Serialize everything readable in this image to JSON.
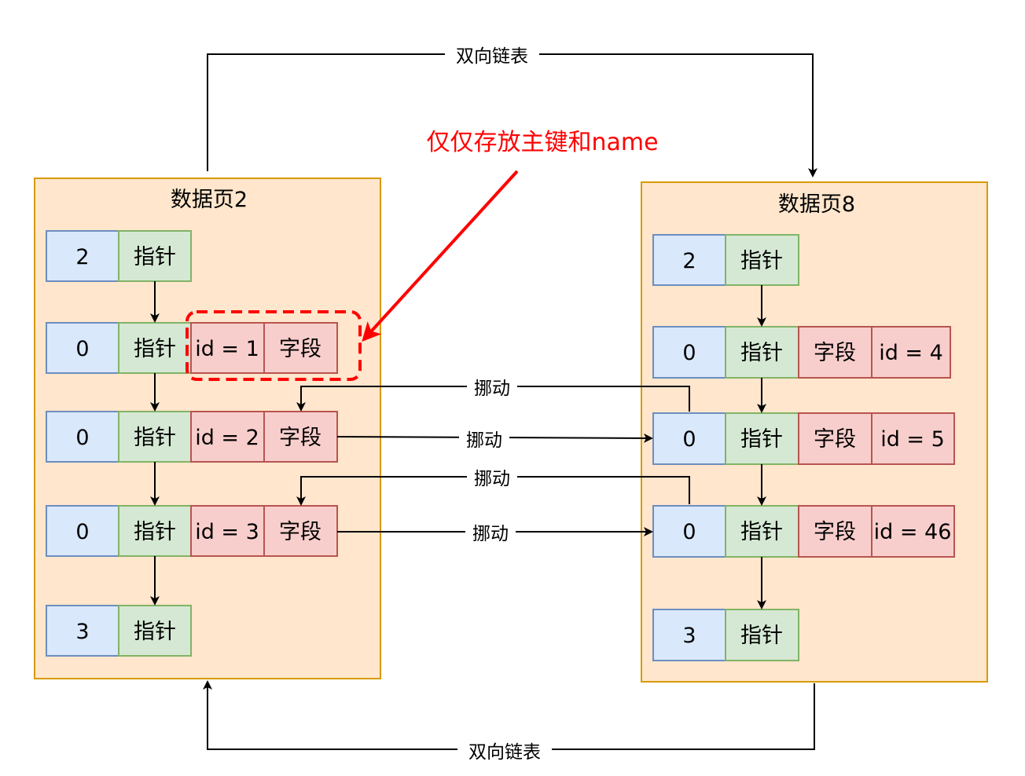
{
  "left_page": {
    "title": "数据页2",
    "rows": [
      {
        "num": "2",
        "ptr": "指针",
        "fields": []
      },
      {
        "num": "0",
        "ptr": "指针",
        "fields": [
          "id = 1",
          "字段"
        ]
      },
      {
        "num": "0",
        "ptr": "指针",
        "fields": [
          "id = 2",
          "字段"
        ]
      },
      {
        "num": "0",
        "ptr": "指针",
        "fields": [
          "id = 3",
          "字段"
        ]
      },
      {
        "num": "3",
        "ptr": "指针",
        "fields": []
      }
    ]
  },
  "right_page": {
    "title": "数据页8",
    "rows": [
      {
        "num": "2",
        "ptr": "指针",
        "fields": []
      },
      {
        "num": "0",
        "ptr": "指针",
        "fields": [
          "字段",
          "id = 4"
        ]
      },
      {
        "num": "0",
        "ptr": "指针",
        "fields": [
          "字段",
          "id = 5"
        ]
      },
      {
        "num": "0",
        "ptr": "指针",
        "fields": [
          "字段",
          "id = 46"
        ]
      },
      {
        "num": "3",
        "ptr": "指针",
        "fields": []
      }
    ]
  },
  "links": {
    "top_label": "双向链表",
    "bottom_label": "双向链表",
    "move_labels": [
      "挪动",
      "挪动",
      "挪动",
      "挪动"
    ]
  },
  "annotation": {
    "text": "仅仅存放主键和name",
    "color": "#ff0000"
  },
  "colors": {
    "page_fill": "#ffe6cc",
    "page_stroke": "#d79b00",
    "num_fill": "#dae8fc",
    "ptr_fill": "#d5e8d4",
    "field_fill": "#f8cecc"
  }
}
